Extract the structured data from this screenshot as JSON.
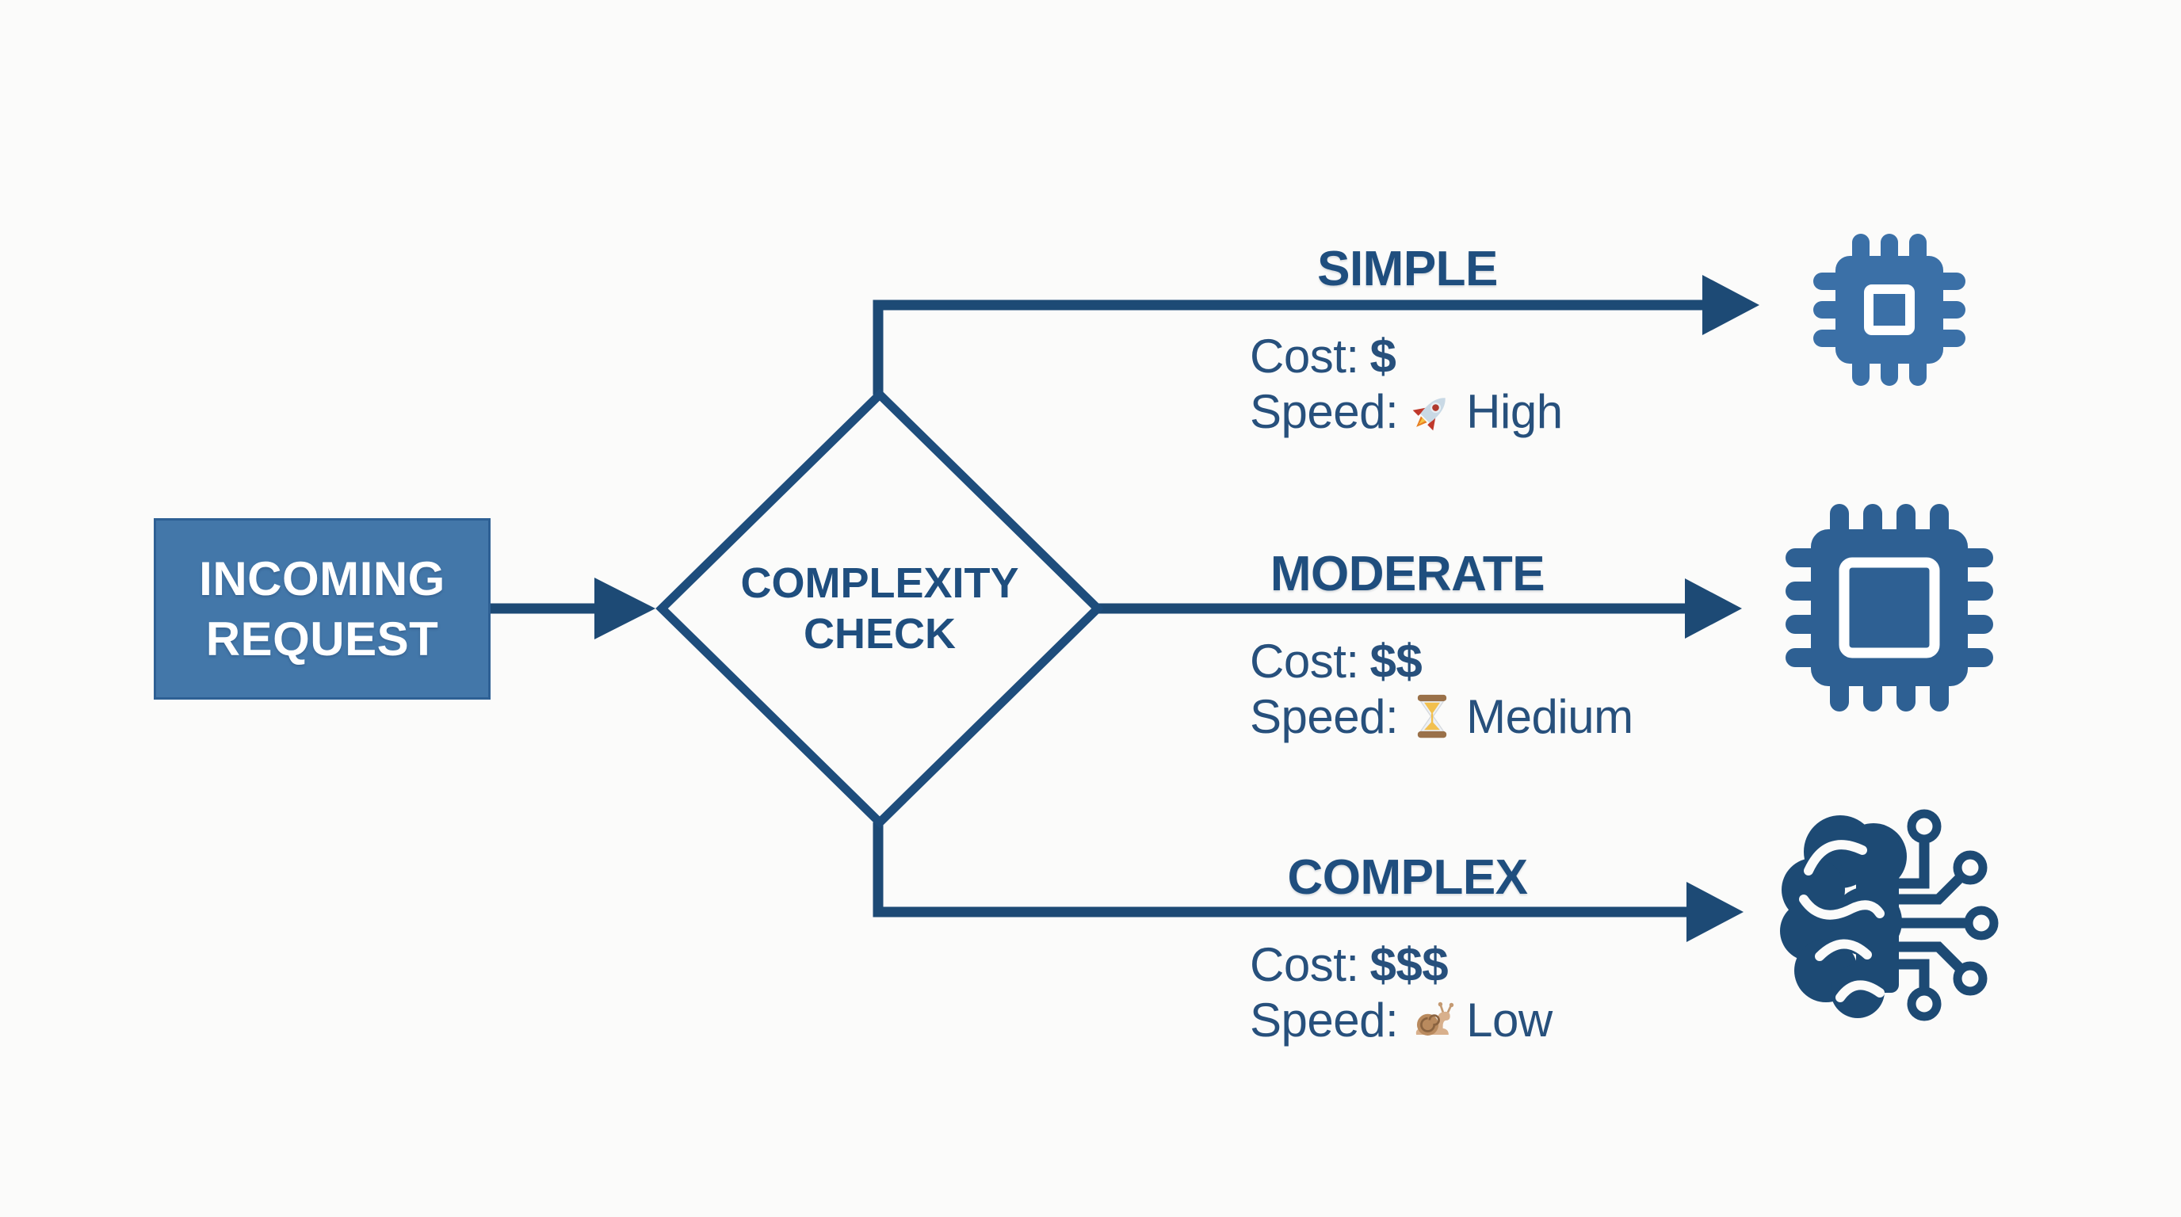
{
  "nodes": {
    "incoming_request": {
      "label": "INCOMING REQUEST"
    },
    "complexity_check": {
      "label": "COMPLEXITY CHECK"
    }
  },
  "branches": [
    {
      "label": "SIMPLE",
      "cost_label": "Cost:",
      "cost_value": "$",
      "speed_label": "Speed:",
      "speed_value": "High",
      "speed_icon": "rocket-icon",
      "target_icon": "small-chip-icon"
    },
    {
      "label": "MODERATE",
      "cost_label": "Cost:",
      "cost_value": "$$",
      "speed_label": "Speed:",
      "speed_value": "Medium",
      "speed_icon": "hourglass-icon",
      "target_icon": "large-chip-icon"
    },
    {
      "label": "COMPLEX",
      "cost_label": "Cost:",
      "cost_value": "$$$",
      "speed_label": "Speed:",
      "speed_value": "Low",
      "speed_icon": "snail-icon",
      "target_icon": "brain-circuit-icon"
    }
  ],
  "colors": {
    "background": "#fbfbfa",
    "line": "#1d4a75",
    "diamond_stroke": "#1e4d7c",
    "label_text": "#1f4e7e",
    "body_text": "#27507c",
    "box_fill": "#4377a9",
    "box_border": "#2e6094",
    "box_text": "#ffffff",
    "chip_small": "#3b70a7",
    "chip_large": "#2e6093",
    "brain": "#1d4a74"
  }
}
